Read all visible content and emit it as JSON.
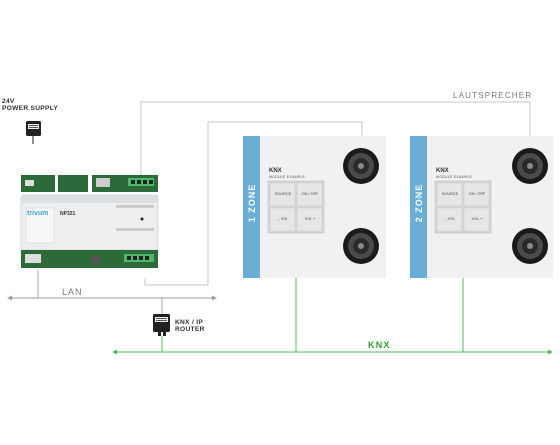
{
  "labels": {
    "power_supply": "24V\nPOWER SUPPLY",
    "router": "KNX / IP\nROUTER",
    "lan": "LAN",
    "knx": "KNX",
    "speakers": "LAUTSPRECHER"
  },
  "zones": [
    {
      "zone_label": "1 ZONE",
      "module_title": "KNX",
      "module_subtitle": "MODULE EXAMPLE",
      "buttons": [
        "SOURCE",
        "ON / OFF",
        "– VOL",
        "VOL +"
      ]
    },
    {
      "zone_label": "2 ZONE",
      "module_title": "KNX",
      "module_subtitle": "MODULE EXAMPLE",
      "buttons": [
        "SOURCE",
        "ON / OFF",
        "– VOL",
        "VOL +"
      ]
    }
  ],
  "device": {
    "brand": "trivum",
    "model": "NP321"
  },
  "colors": {
    "knx_line": "#4cc04c",
    "lan_line": "#9a9aa6",
    "speaker_line": "#bbbbbb",
    "zone_strip": "#6aaed6",
    "zone_bg": "#f1f1f1"
  }
}
